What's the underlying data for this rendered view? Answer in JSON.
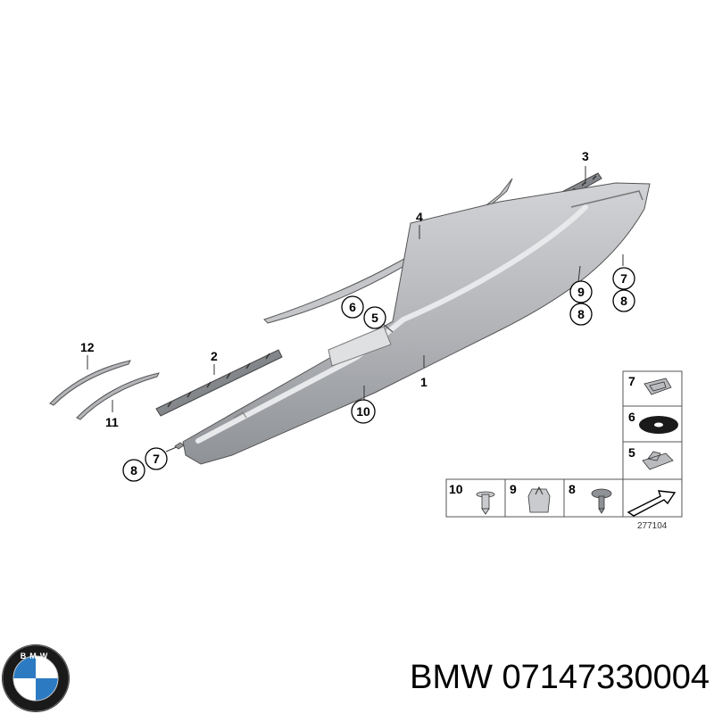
{
  "callouts": {
    "c1": "1",
    "c2": "2",
    "c3": "3",
    "c4": "4",
    "c5": "5",
    "c6": "6",
    "c7_right": "7",
    "c8_right": "8",
    "c9": "9",
    "c8_right_low": "8",
    "c10": "10",
    "c11": "11",
    "c12": "12",
    "c7_left": "7",
    "c8_left": "8"
  },
  "legend": {
    "item7": "7",
    "item6": "6",
    "item5": "5",
    "item10": "10",
    "item9": "9",
    "item8": "8",
    "reference": "277104"
  },
  "logo": {
    "brand": "BMW",
    "colors": {
      "blue": "#2c7ac2",
      "ring": "#1a1a1a",
      "white": "#ffffff"
    }
  },
  "caption": {
    "brand": "BMW",
    "part_number": "07147330004",
    "text": "BMW 07147330004"
  }
}
